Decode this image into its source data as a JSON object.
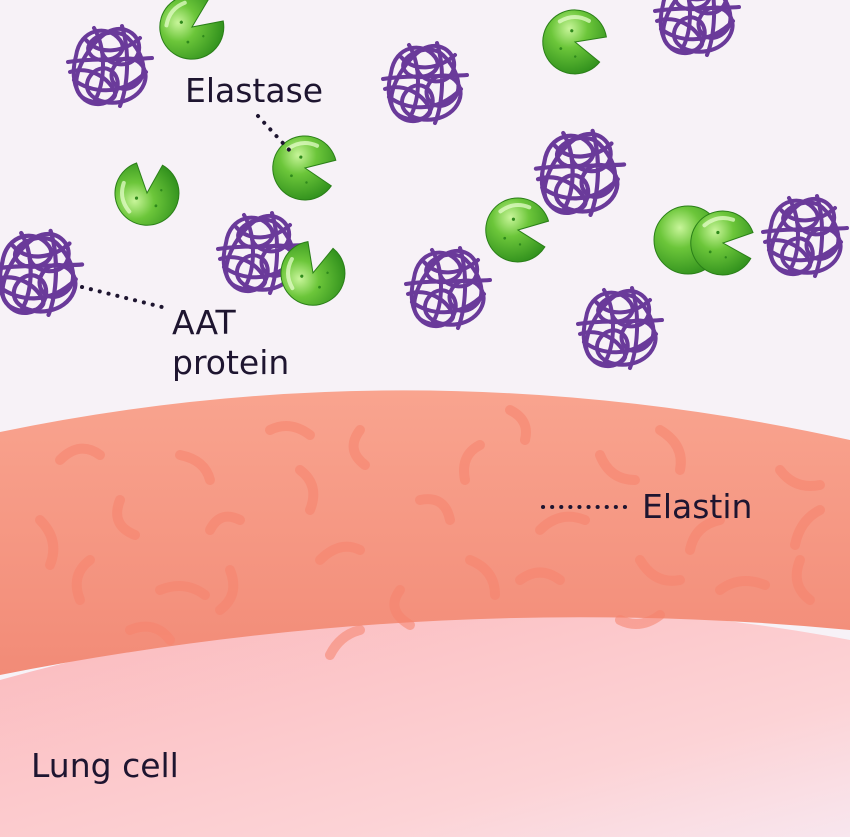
{
  "labels": {
    "elastase": "Elastase",
    "aat_line1": "AAT",
    "aat_line2": "protein",
    "elastin": "Elastin",
    "lung_cell": "Lung cell"
  },
  "colors": {
    "background": "#f7f2f7",
    "aat_protein": "#6a3a9a",
    "elastase": "#58b82a",
    "elastin_layer": "#f5937e",
    "lung_cell_layer": "#fbc2c4",
    "label_text": "#1e1530"
  }
}
